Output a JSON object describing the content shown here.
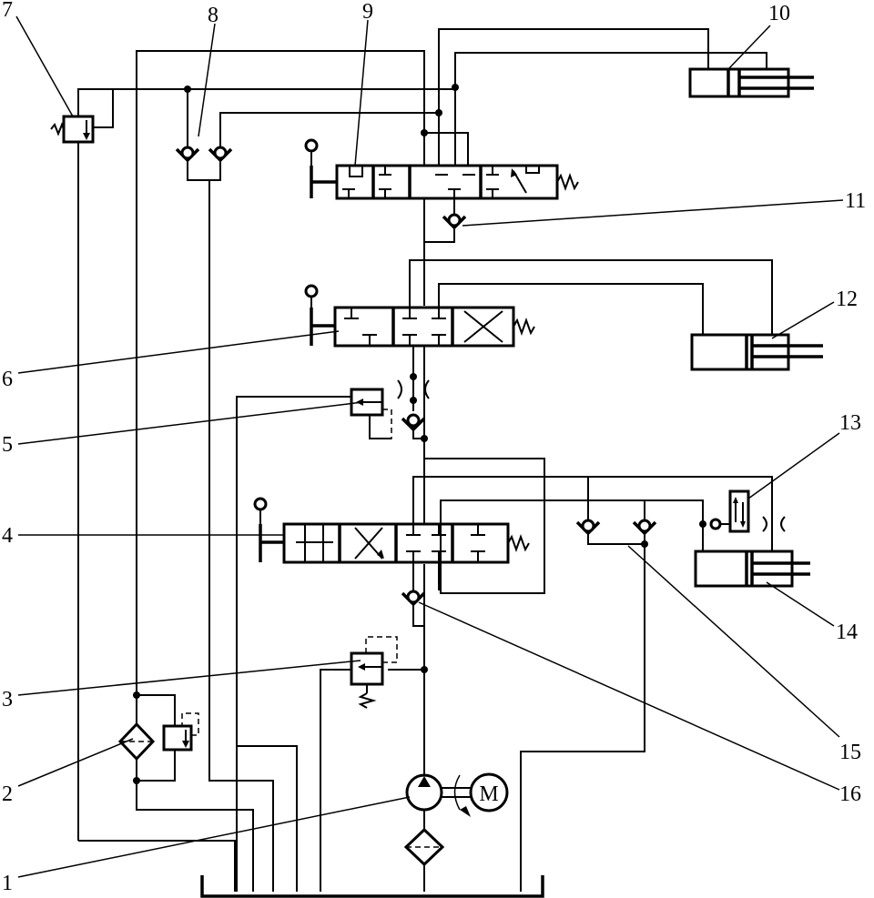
{
  "callouts": [
    {
      "id": "1",
      "text": "1"
    },
    {
      "id": "2",
      "text": "2"
    },
    {
      "id": "3",
      "text": "3"
    },
    {
      "id": "4",
      "text": "4"
    },
    {
      "id": "5",
      "text": "5"
    },
    {
      "id": "6",
      "text": "6"
    },
    {
      "id": "7",
      "text": "7"
    },
    {
      "id": "8",
      "text": "8"
    },
    {
      "id": "9",
      "text": "9"
    },
    {
      "id": "10",
      "text": "10"
    },
    {
      "id": "11",
      "text": "11"
    },
    {
      "id": "12",
      "text": "12"
    },
    {
      "id": "13",
      "text": "13"
    },
    {
      "id": "14",
      "text": "14"
    },
    {
      "id": "15",
      "text": "15"
    },
    {
      "id": "16",
      "text": "16"
    }
  ],
  "motor": {
    "label": "M"
  },
  "icons": [
    "motor-icon",
    "pump-icon",
    "filter-icon",
    "check-valve-icon",
    "relief-valve-icon",
    "directional-valve-icon",
    "hydraulic-cylinder-icon",
    "throttle-icon",
    "spring-icon",
    "lever-icon",
    "tank-icon"
  ]
}
